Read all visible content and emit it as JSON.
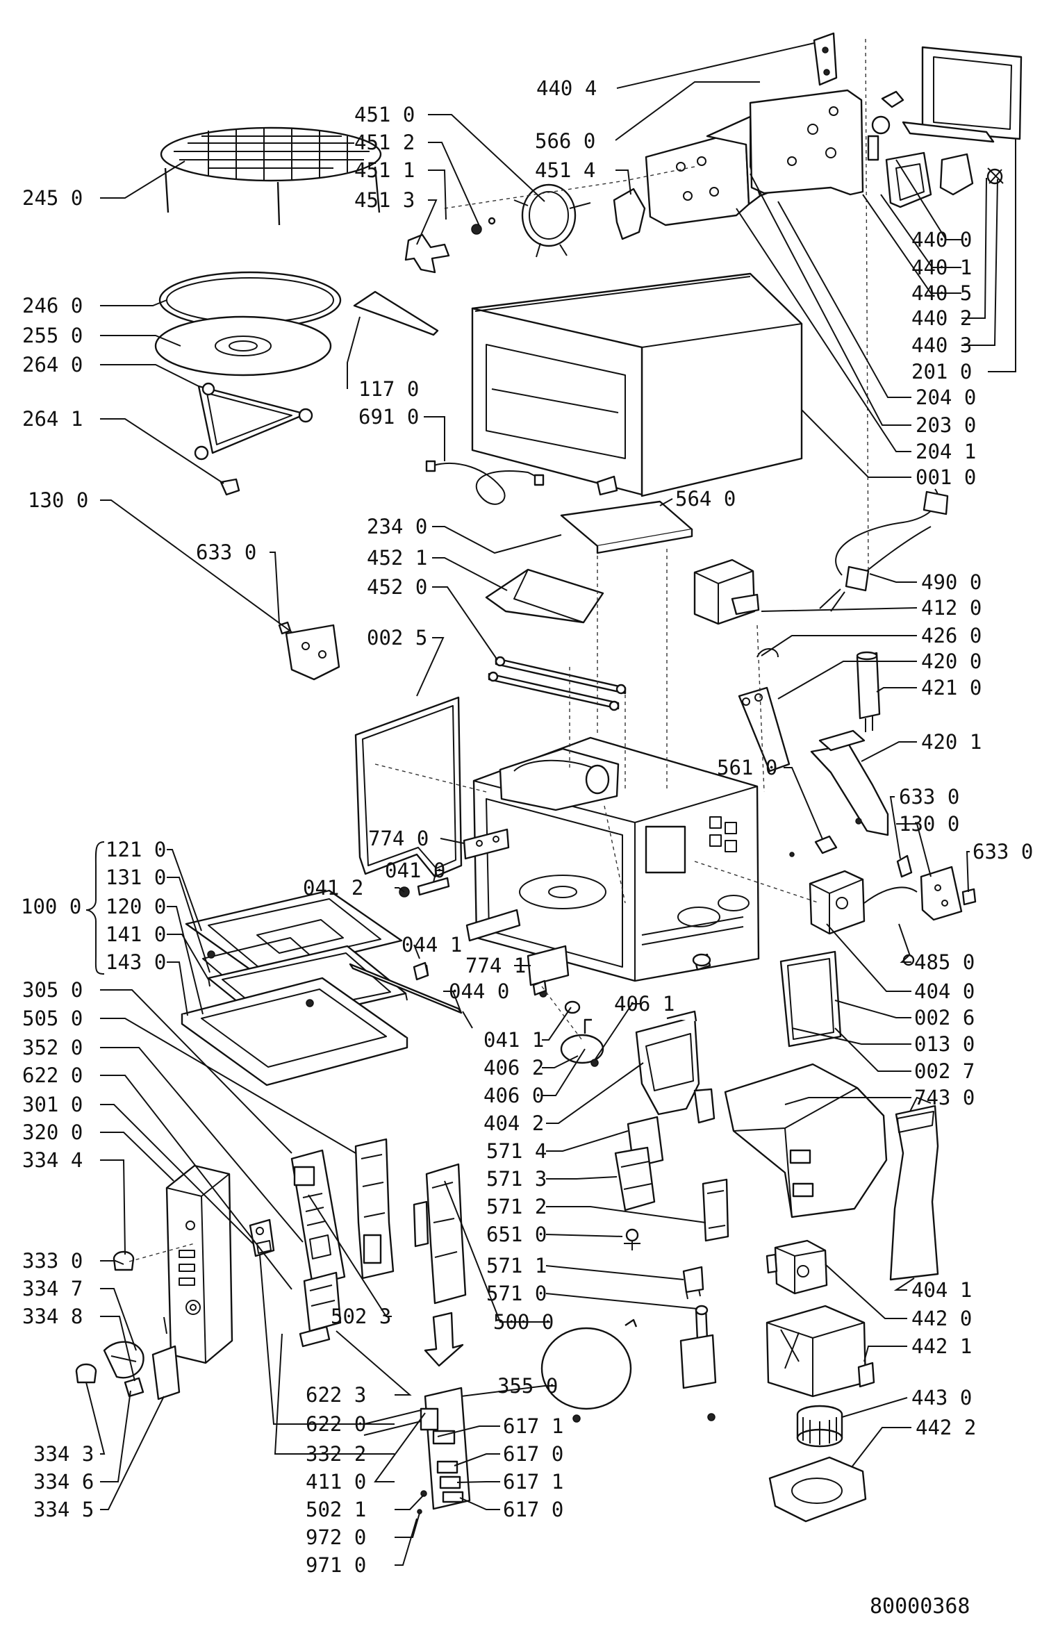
{
  "colors": {
    "ink": "#111111",
    "paper": "#ffffff"
  },
  "document_id": "80000368",
  "callouts": [
    "440 4",
    "451 0",
    "451 2",
    "451 1",
    "451 3",
    "566 0",
    "451 4",
    "245 0",
    "440 0",
    "440 1",
    "440 5",
    "440 2",
    "440 3",
    "201 0",
    "246 0",
    "255 0",
    "264 0",
    "117 0",
    "264 1",
    "691 0",
    "204 0",
    "203 0",
    "204 1",
    "001 0",
    "130 0",
    "564 0",
    "234 0",
    "633 0",
    "452 1",
    "490 0",
    "452 0",
    "412 0",
    "002 5",
    "426 0",
    "420 0",
    "421 0",
    "420 1",
    "561 0",
    "633 0",
    "130 0",
    "633 0",
    "774 0",
    "121 0",
    "041 0",
    "131 0",
    "041 2",
    "100 0",
    "120 0",
    "141 0",
    "044 1",
    "143 0",
    "774 1",
    "485 0",
    "044 0",
    "404 0",
    "305 0",
    "406 1",
    "002 6",
    "505 0",
    "041 1",
    "013 0",
    "352 0",
    "406 2",
    "002 7",
    "622 0",
    "406 0",
    "743 0",
    "301 0",
    "404 2",
    "320 0",
    "571 4",
    "334 4",
    "571 3",
    "571 2",
    "651 0",
    "333 0",
    "571 1",
    "334 7",
    "502 3",
    "500 0",
    "571 0",
    "404 1",
    "334 8",
    "442 0",
    "442 1",
    "622 3",
    "355 0",
    "443 0",
    "622 0",
    "617 1",
    "442 2",
    "332 2",
    "617 0",
    "334 3",
    "411 0",
    "617 1",
    "334 6",
    "502 1",
    "617 0",
    "334 5",
    "972 0",
    "971 0"
  ]
}
